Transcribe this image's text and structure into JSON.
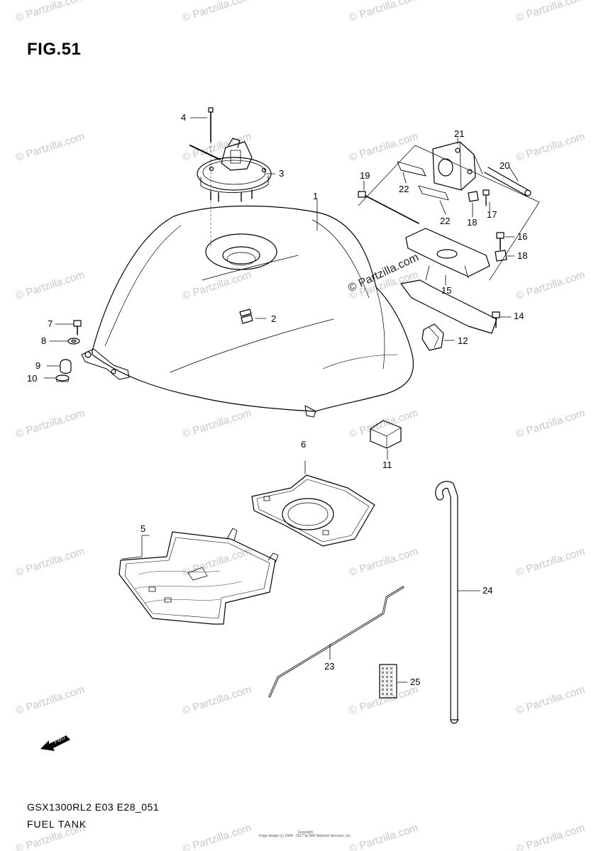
{
  "figure": {
    "title": "FIG.51",
    "code": "GSX1300RL2 E03 E28_051",
    "name": "FUEL TANK"
  },
  "watermark": {
    "text": "© Partzilla.com",
    "center_text": "© Partzilla.com"
  },
  "copyright": {
    "line1": "Copyright",
    "line2": "Page design (c) 2004 - 2017 by ARI Network Services, Inc."
  },
  "fwd": {
    "label": "FWD",
    "icon": "forward-arrow-icon"
  },
  "callouts": [
    {
      "id": "c1",
      "label": "1"
    },
    {
      "id": "c2",
      "label": "2"
    },
    {
      "id": "c3",
      "label": "3"
    },
    {
      "id": "c4",
      "label": "4"
    },
    {
      "id": "c5",
      "label": "5"
    },
    {
      "id": "c6",
      "label": "6"
    },
    {
      "id": "c7",
      "label": "7"
    },
    {
      "id": "c8",
      "label": "8"
    },
    {
      "id": "c9",
      "label": "9"
    },
    {
      "id": "c10",
      "label": "10"
    },
    {
      "id": "c11",
      "label": "11"
    },
    {
      "id": "c12",
      "label": "12"
    },
    {
      "id": "c14",
      "label": "14"
    },
    {
      "id": "c15",
      "label": "15"
    },
    {
      "id": "c16",
      "label": "16"
    },
    {
      "id": "c17",
      "label": "17"
    },
    {
      "id": "c18a",
      "label": "18"
    },
    {
      "id": "c18b",
      "label": "18"
    },
    {
      "id": "c19",
      "label": "19"
    },
    {
      "id": "c20",
      "label": "20"
    },
    {
      "id": "c21",
      "label": "21"
    },
    {
      "id": "c22a",
      "label": "22"
    },
    {
      "id": "c22b",
      "label": "22"
    },
    {
      "id": "c23",
      "label": "23"
    },
    {
      "id": "c24",
      "label": "24"
    },
    {
      "id": "c25",
      "label": "25"
    }
  ]
}
